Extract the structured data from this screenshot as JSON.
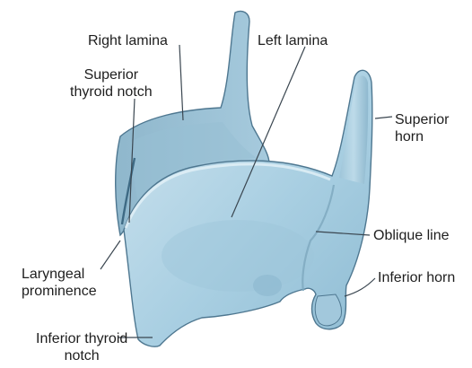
{
  "labels": {
    "right_lamina": "Right lamina",
    "left_lamina": "Left lamina",
    "superior_thyroid_notch": [
      "Superior",
      "thyroid notch"
    ],
    "superior_horn": [
      "Superior",
      "horn"
    ],
    "oblique_line": "Oblique line",
    "inferior_horn": "Inferior horn",
    "laryngeal_prominence": [
      "Laryngeal",
      "prominence"
    ],
    "inferior_thyroid_notch": [
      "Inferior thyroid",
      "notch"
    ]
  },
  "colors": {
    "cartilage_fill": "#a9cfe2",
    "cartilage_light": "#cfe4ef",
    "cartilage_shadow": "#7fa9c0",
    "outline": "#4e7790",
    "label_text": "#1e1e1e",
    "leader_line": "#3a4650"
  }
}
